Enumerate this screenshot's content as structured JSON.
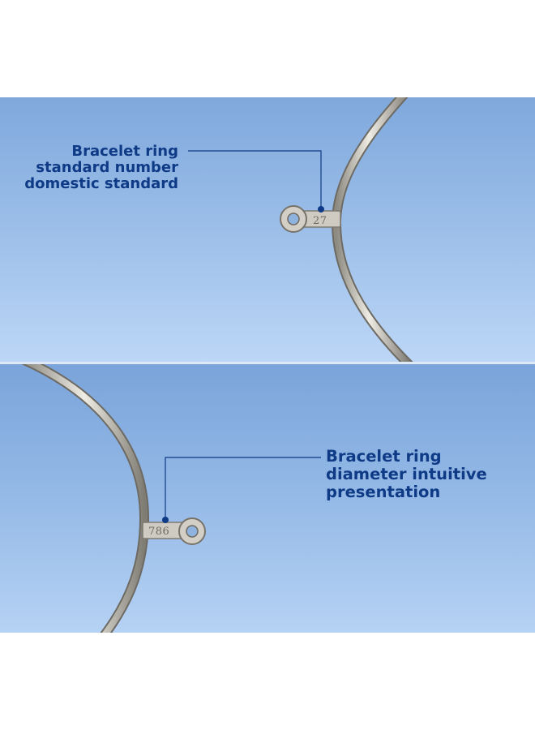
{
  "panels": {
    "top": {
      "caption_lines": [
        "Bracelet ring",
        "standard number",
        "domestic standard"
      ],
      "stamp": "27"
    },
    "bottom": {
      "caption_lines": [
        "Bracelet ring",
        "diameter intuitive",
        "presentation"
      ],
      "stamp": "786"
    }
  },
  "colors": {
    "caption_text": "#0e3a86",
    "leader_line": "#0e3a86",
    "background_blue": "#8fb5e4",
    "metal": "#c9c6bd"
  },
  "icons": [
    "bracelet-ring-photo",
    "leader-dot"
  ]
}
